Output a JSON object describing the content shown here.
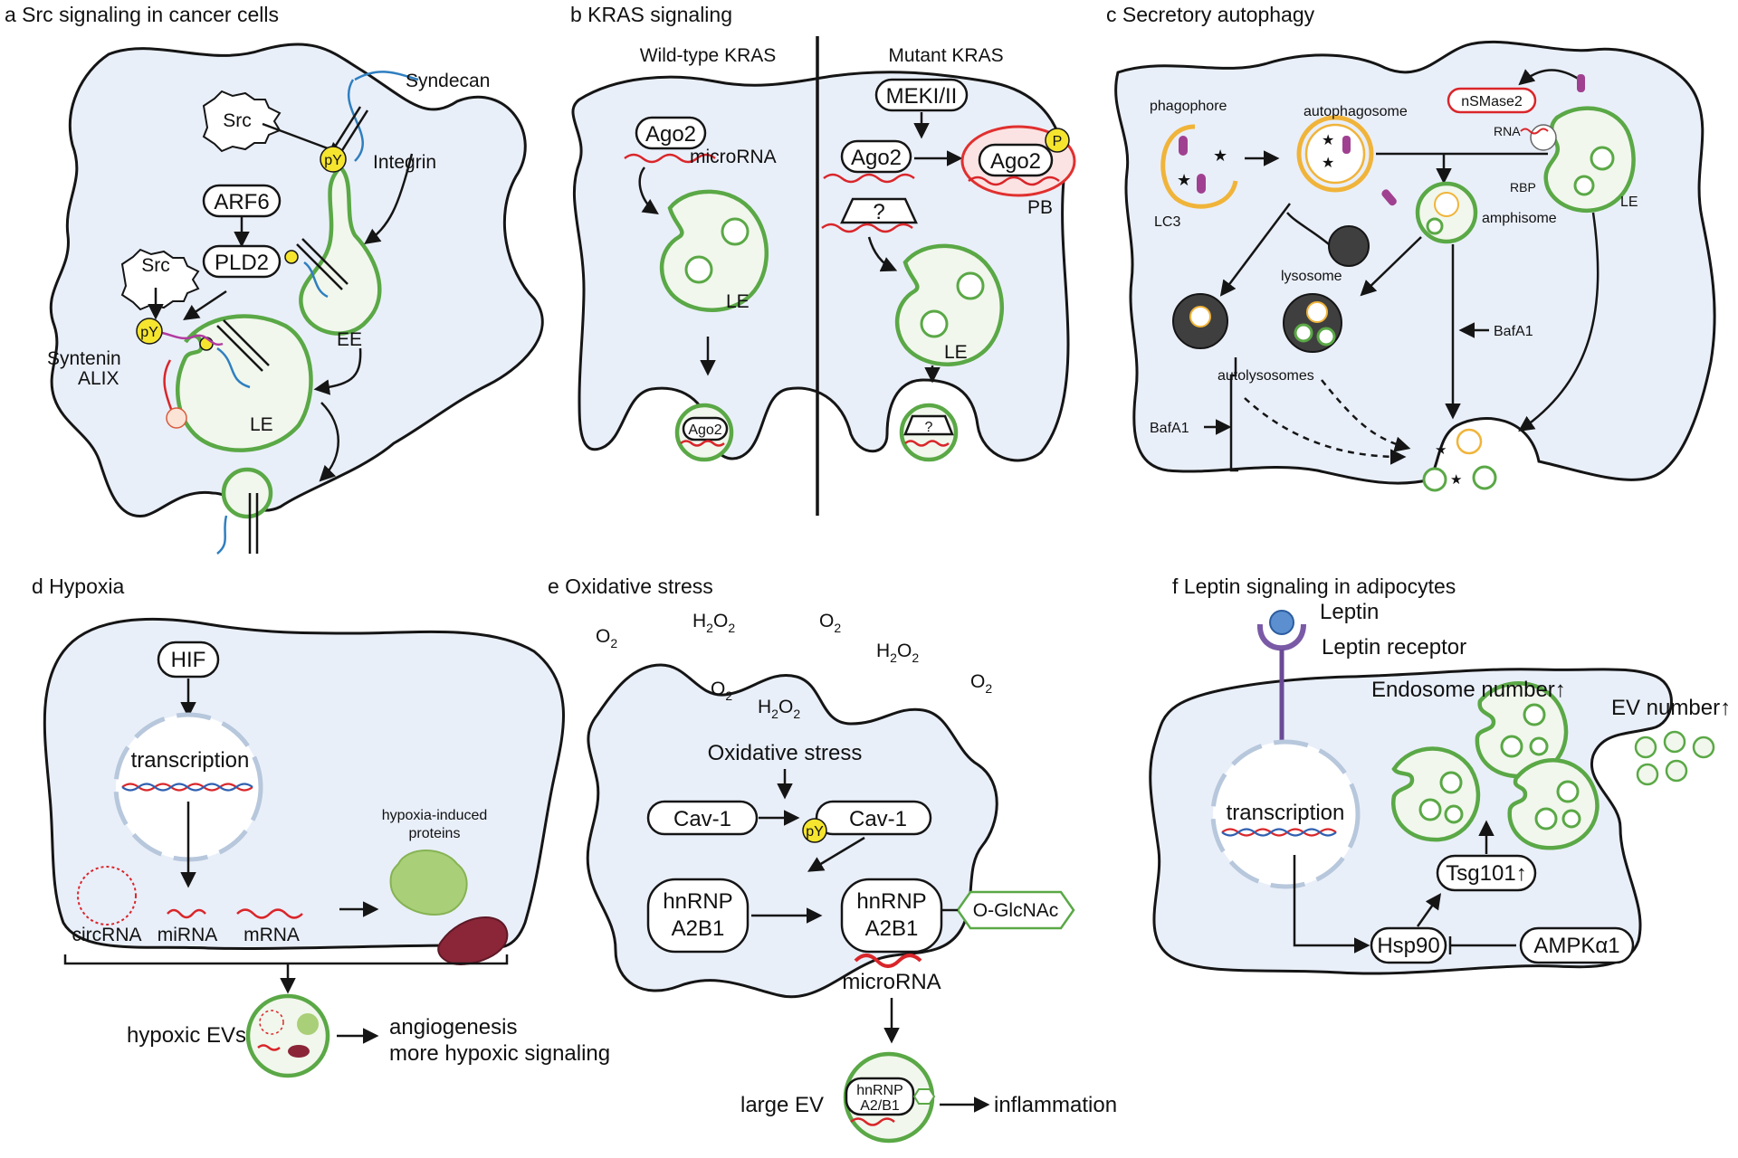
{
  "panels": {
    "a": {
      "title": "a  Src signaling in cancer cells",
      "labels": {
        "src1": "Src",
        "src2": "Src",
        "syndecan": "Syndecan",
        "integrin": "Integrin",
        "arf6": "ARF6",
        "pld2": "PLD2",
        "py1": "pY",
        "py2": "pY",
        "ee": "EE",
        "syntenin": "Syntenin",
        "alix": "ALIX",
        "le": "LE"
      }
    },
    "b": {
      "title": "b  KRAS signaling",
      "labels": {
        "wt": "Wild-type KRAS",
        "mut": "Mutant KRAS",
        "ago2a": "Ago2",
        "microrna": "microRNA",
        "meki": "MEKI/II",
        "ago2b": "Ago2",
        "ago2c": "Ago2",
        "p": "P",
        "pb": "PB",
        "q1": "?",
        "le1": "LE",
        "le2": "LE",
        "ago2ev": "Ago2",
        "q2": "?"
      }
    },
    "c": {
      "title": "c  Secretory autophagy",
      "labels": {
        "phagophore": "phagophore",
        "autophagosome": "autophagosome",
        "nsmase2": "nSMase2",
        "rna": "RNA",
        "rbp": "RBP",
        "lc3": "LC3",
        "amphisome": "amphisome",
        "le": "LE",
        "lysosome": "lysosome",
        "bafa1a": "BafA1",
        "autolysosomes": "autolysosomes",
        "bafa1b": "BafA1"
      }
    },
    "d": {
      "title": "d  Hypoxia",
      "labels": {
        "hif": "HIF",
        "transcription": "transcription",
        "hyp_proteins_1": "hypoxia-induced",
        "hyp_proteins_2": "proteins",
        "circrna": "circRNA",
        "mirna": "miRNA",
        "mrna": "mRNA",
        "hypoxic_evs": "hypoxic EVs",
        "out1": "angiogenesis",
        "out2": "more hypoxic signaling"
      }
    },
    "e": {
      "title": "e  Oxidative stress",
      "labels": {
        "o2": "O",
        "h2o2_h": "H",
        "h2o2_o": "O",
        "sub2": "2",
        "ox_stress": "Oxidative stress",
        "cav1a": "Cav-1",
        "cav1b": "Cav-1",
        "py": "pY",
        "hnrnp": "hnRNP",
        "a2b1": "A2B1",
        "oglcnac": "O-GlcNAc",
        "microrna": "microRNA",
        "large_ev": "large EV",
        "ev_hnrnp": "hnRNP",
        "ev_a2b1": "A2/B1",
        "inflammation": "inflammation"
      }
    },
    "f": {
      "title": "f  Leptin signaling in adipocytes",
      "labels": {
        "leptin": "Leptin",
        "receptor": "Leptin receptor",
        "endosome": "Endosome number",
        "ev_number": "EV number",
        "transcription": "transcription",
        "tsg101": "Tsg101",
        "hsp90": "Hsp90",
        "ampk": "AMPKα1",
        "up": "↑"
      }
    }
  },
  "colors": {
    "cell_fill": "#e9eff9",
    "vesicle_stroke": "#5aa846",
    "rna_red": "#d9262a",
    "phospho_yellow": "#f5e52f",
    "autophagosome_orange": "#f0b43a",
    "lysosome_dark": "#3f3f3f"
  }
}
